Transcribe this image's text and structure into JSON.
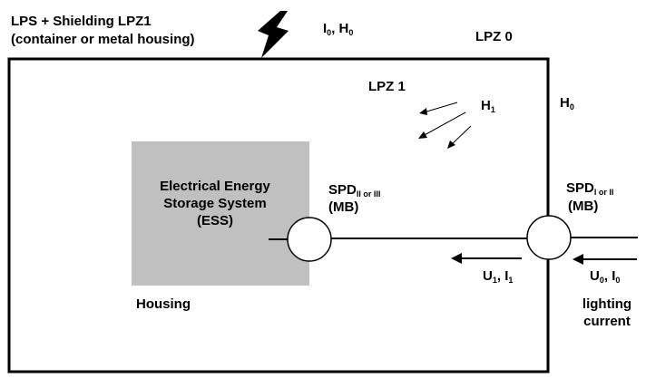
{
  "title_line1": "LPS + Shielding LPZ1",
  "title_line2": "(container or metal housing)",
  "lightning_source": {
    "label": "I",
    "sub": "0",
    "sep": ", H",
    "sub2": "0"
  },
  "zones": {
    "outer": "LPZ 0",
    "inner": "LPZ 1"
  },
  "field_inner": {
    "label": "H",
    "sub": "1"
  },
  "field_outer": {
    "label": "H",
    "sub": "0"
  },
  "ess": {
    "line1": "Electrical Energy",
    "line2": "Storage System",
    "line3": "(ESS)",
    "housing_label": "Housing"
  },
  "spd_inner": {
    "label": "SPD",
    "sub": "II or III",
    "type": "(MB)"
  },
  "spd_outer": {
    "label": "SPD",
    "sub": "I or II",
    "type": "(MB)"
  },
  "inner_surge": {
    "u": "U",
    "u_sub": "1",
    "sep": ", I",
    "i_sub": "1"
  },
  "outer_surge": {
    "u": "U",
    "u_sub": "0",
    "sep": ", I",
    "i_sub": "0"
  },
  "lightning_current": {
    "line1": "lighting",
    "line2": "current"
  },
  "colors": {
    "ess_fill": "#c0c0c0",
    "line": "#000000",
    "background": "#ffffff"
  }
}
